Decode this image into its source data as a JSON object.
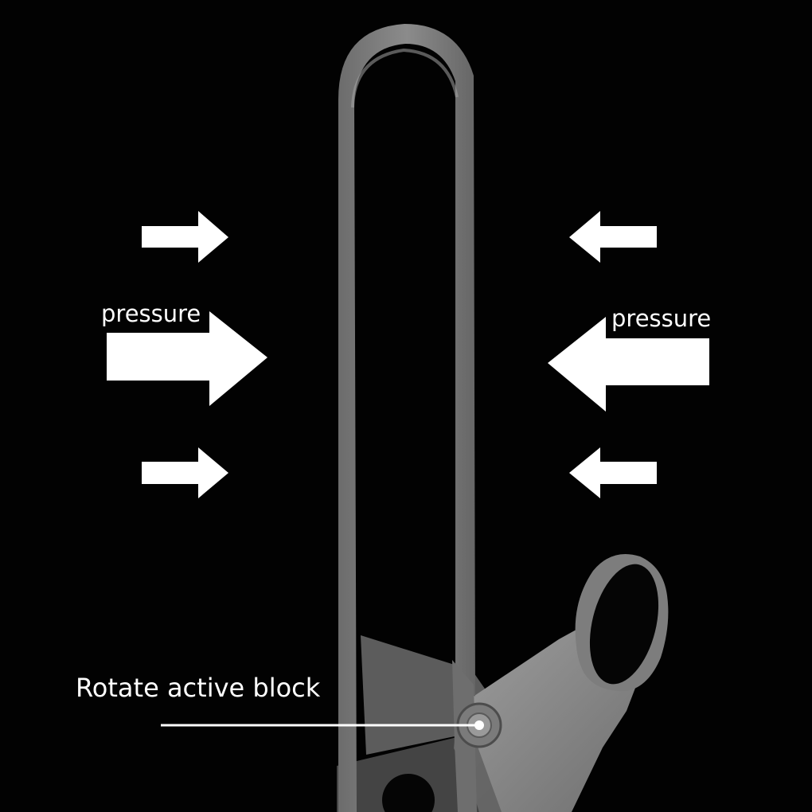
{
  "labels": {
    "pressure_left": "pressure",
    "pressure_right": "pressure",
    "rotate_block": "Rotate active block"
  },
  "icons": {
    "arrow_icon": "arrow-icon",
    "carabiner_icon": "carabiner-icon",
    "rotating_block_icon": "rotating-block-icon",
    "pivot_icon": "pivot-icon"
  },
  "colors": {
    "background": "#020202",
    "frame": "#7a7a7a",
    "frame_highlight": "#9a9a9a",
    "block": "#8e8e8e",
    "arrow": "#ffffff",
    "pointer": "#ffffff"
  }
}
